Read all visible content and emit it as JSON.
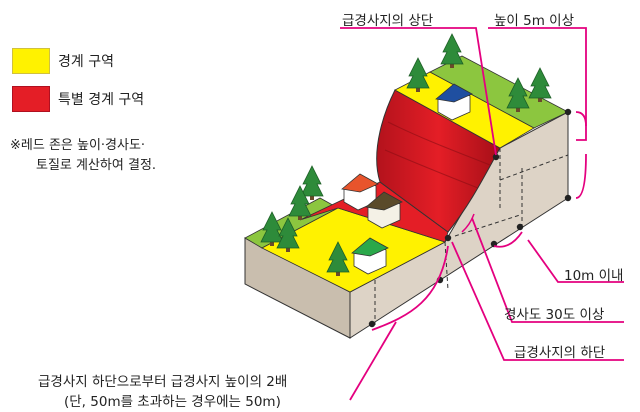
{
  "legend": {
    "items": [
      {
        "label": "경계 구역",
        "color": "#fff200"
      },
      {
        "label": "특별 경계 구역",
        "color": "#e41e26"
      }
    ]
  },
  "note": {
    "line1": "※레드 존은 높이·경사도·",
    "line2": "토질로 계산하여 결정."
  },
  "annotations": {
    "top_edge": "급경사지의 상단",
    "height": "높이 5m 이상",
    "within_10m": "10m 이내",
    "slope_angle": "경사도 30도 이상",
    "bottom_edge": "급경사지의 하단",
    "distance_line1": "급경사지 하단으로부터 급경사지 높이의 2배",
    "distance_line2": "(단, 50m를 초과하는 경우에는 50m)"
  },
  "colors": {
    "warning_zone": "#fff200",
    "special_zone": "#e41e26",
    "grass": "#8cc63f",
    "earth": "#d8cfc2",
    "callout": "#e4007f"
  },
  "icons": [
    "house-icon",
    "tree-icon"
  ]
}
